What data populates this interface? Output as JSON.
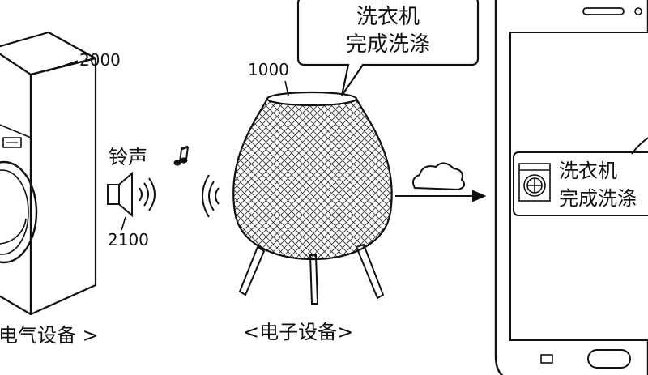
{
  "washer": {
    "ref_number": "2000",
    "speaker_ref": "2100",
    "sound_label": "铃声",
    "caption": "电气设备 >"
  },
  "speaker_device": {
    "ref_number": "1000",
    "bubble_line1": "洗衣机",
    "bubble_line2": "完成洗涤",
    "caption": "<电子设备>"
  },
  "phone": {
    "notification_line1": "洗衣机",
    "notification_line2": "完成洗涤"
  },
  "icons": [
    "music-note-icon",
    "sound-waves-icon",
    "cloud-icon",
    "washing-machine-icon"
  ]
}
